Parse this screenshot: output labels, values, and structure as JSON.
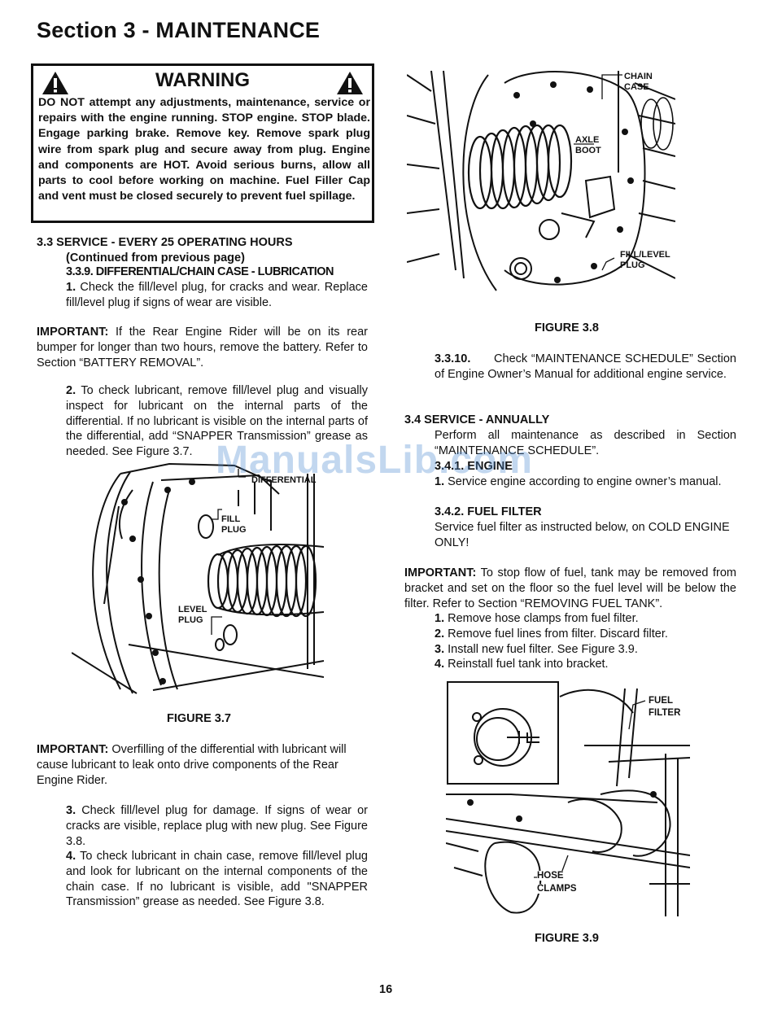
{
  "header": {
    "title": "Section 3 - MAINTENANCE"
  },
  "warning": {
    "heading": "WARNING",
    "body": "DO NOT attempt any adjustments, maintenance, service or repairs with the engine running. STOP engine. STOP blade. Engage parking brake. Remove key. Remove spark plug wire from spark plug and secure away from plug. Engine and components are HOT. Avoid serious burns, allow all parts to cool before working on machine. Fuel Filler Cap and vent must be closed securely to prevent fuel spillage."
  },
  "left": {
    "s33_heading": "3.3   SERVICE - EVERY 25 OPERATING HOURS",
    "s33_sub": "(Continued from previous page)",
    "s339_heading": "3.3.9.   DIFFERENTIAL/CHAIN CASE - LUBRICATION",
    "step1_num": "1.",
    "step1_text": " Check the fill/level plug, for cracks and wear. Replace fill/level plug if signs of  wear are visible.",
    "imp1_label": "IMPORTANT:",
    "imp1_text": "  If the Rear Engine Rider will be on its rear bumper for longer than two hours, remove the battery. Refer to Section “BATTERY REMOVAL”.",
    "step2_num": "2.",
    "step2_text": " To check lubricant, remove fill/level plug and visually inspect for lubricant on the internal parts of the differential.  If no lubricant is visible on the internal parts of the differential, add “SNAPPER Transmission” grease as needed.  See Figure 3.7.",
    "fig37_caption": "FIGURE 3.7",
    "fig37_labels": {
      "differential": "DIFFERENTIAL",
      "fill": "FILL",
      "plug1": "PLUG",
      "level": "LEVEL",
      "plug2": "PLUG"
    },
    "imp2_label": "IMPORTANT:",
    "imp2_text": " Overfilling of the differential with lubricant will cause lubricant to leak onto drive components of the Rear Engine Rider.",
    "step3_num": "3.",
    "step3_text": " Check fill/level plug for damage. If signs of wear or cracks are visible, replace plug with new plug. See Figure 3.8.",
    "step4_num": "4.",
    "step4_text": " To check lubricant in chain case, remove fill/level plug and look for lubricant on the internal components of the chain case.  If no lubricant is visible, add \"SNAPPER Transmission” grease as needed.  See Figure 3.8."
  },
  "right": {
    "fig38_caption": "FIGURE 3.8",
    "fig38_labels": {
      "chain": "CHAIN",
      "case": "CASE",
      "axle": "AXLE",
      "boot": "BOOT",
      "fill_level": "FILL/LEVEL",
      "plug": "PLUG"
    },
    "s3310_num": "3.3.10.",
    "s3310_text": "Check “MAINTENANCE SCHEDULE” Section of Engine Owner’s Manual for additional engine service.",
    "s34_heading": "3.4   SERVICE - ANNUALLY",
    "s34_text": "Perform all maintenance as described in Section “MAINTENANCE SCHEDULE”.",
    "s341_heading": "3.4.1.   ENGINE",
    "s341_num": "1.",
    "s341_text": " Service engine according to engine owner’s manual.",
    "s342_heading": "3.4.2.  FUEL FILTER",
    "s342_text": "Service fuel filter as instructed below, on COLD ENGINE ONLY!",
    "imp3_label": "IMPORTANT:",
    "imp3_text": " To stop flow of fuel, tank may be removed from bracket and set on the floor so the fuel level will be below the filter. Refer to Section “REMOVING FUEL TANK”.",
    "list": [
      {
        "num": "1.",
        "text": "Remove hose clamps from fuel filter."
      },
      {
        "num": "2.",
        "text": "Remove fuel lines from filter. Discard filter."
      },
      {
        "num": "3.",
        "text": "Install new fuel filter. See Figure 3.9."
      },
      {
        "num": "4.",
        "text": "Reinstall fuel tank into bracket."
      }
    ],
    "fig39_caption": "FIGURE 3.9",
    "fig39_labels": {
      "fuel": "FUEL",
      "filter": "FILTER",
      "hose": "HOSE",
      "clamps": "CLAMPS"
    }
  },
  "watermark": "ManualsLib.com",
  "footer": {
    "page": "16"
  }
}
